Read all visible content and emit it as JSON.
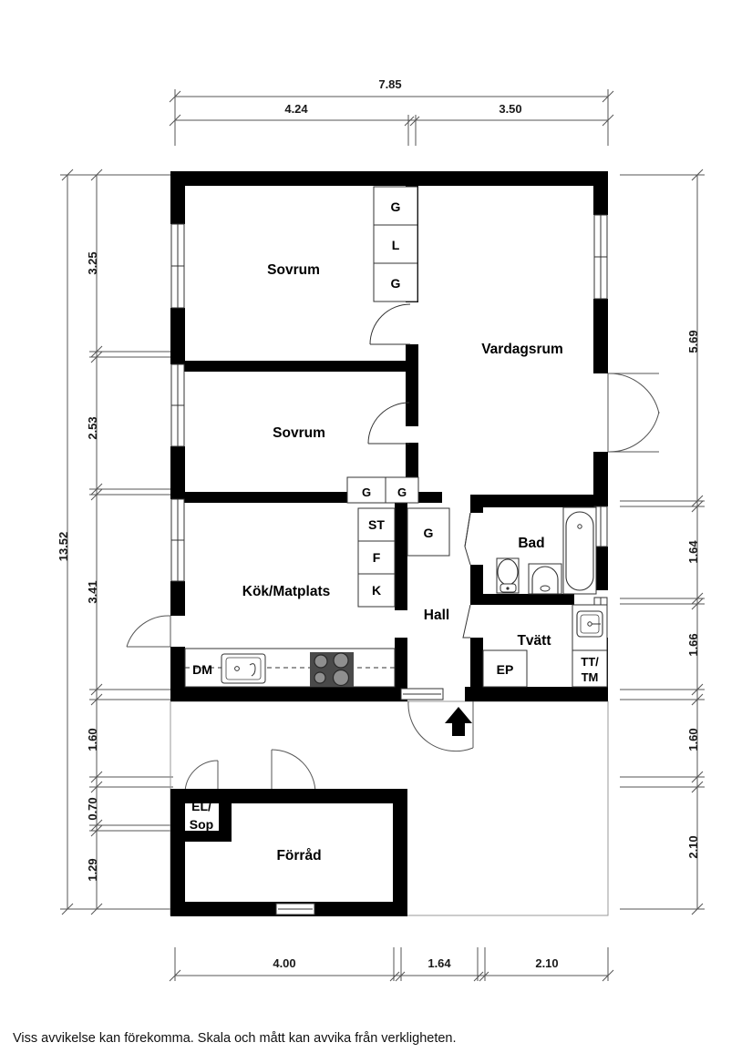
{
  "document": {
    "type": "floor-plan",
    "language": "sv",
    "disclaimer": "Viss avvikelse kan förekomma. Skala och mått kan avvika från verkligheten."
  },
  "dimensions": {
    "top": {
      "overall": "7.85",
      "segments": [
        "4.24",
        "3.50"
      ]
    },
    "left": {
      "overall": "13.52",
      "segments": [
        "3.25",
        "2.53",
        "3.41",
        "1.60",
        "0.70",
        "1.29"
      ]
    },
    "right": {
      "segments": [
        "5.69",
        "1.64",
        "1.66",
        "1.60",
        "2.10"
      ]
    },
    "bottom": {
      "segments": [
        "4.00",
        "1.64",
        "2.10"
      ]
    }
  },
  "rooms": [
    {
      "id": "sovrum-1",
      "label": "Sovrum"
    },
    {
      "id": "sovrum-2",
      "label": "Sovrum"
    },
    {
      "id": "vardagsrum",
      "label": "Vardagsrum"
    },
    {
      "id": "kok-matplats",
      "label": "Kök/Matplats"
    },
    {
      "id": "hall",
      "label": "Hall"
    },
    {
      "id": "bad",
      "label": "Bad"
    },
    {
      "id": "tvatt",
      "label": "Tvätt"
    },
    {
      "id": "forrad",
      "label": "Förråd"
    },
    {
      "id": "el-sop",
      "label": "EL/\nSop",
      "line1": "EL/",
      "line2": "Sop"
    }
  ],
  "fixtures": {
    "sovrum1_closet_top": "G",
    "sovrum1_closet_mid": "L",
    "sovrum1_closet_bottom": "G",
    "kitchen_wardrobe_left": "G",
    "kitchen_wardrobe_right": "G",
    "kitchen_st": "ST",
    "kitchen_f": "F",
    "kitchen_k": "K",
    "hall_closet": "G",
    "dishwasher": "DM",
    "laundry_ep": "EP",
    "laundry_ttm_line1": "TT/",
    "laundry_ttm_line2": "TM"
  },
  "colors": {
    "wall": "#000000",
    "background": "#ffffff",
    "dimension_line": "#555555",
    "fixture_outline": "#333333",
    "stove": "#4a4a4a",
    "text": "#000000"
  }
}
